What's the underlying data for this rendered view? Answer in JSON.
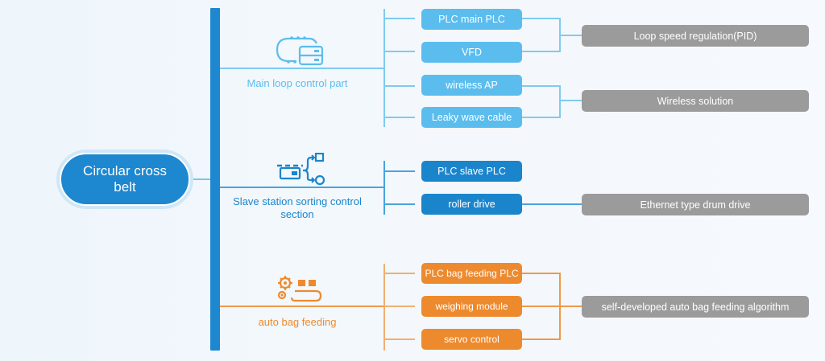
{
  "root": {
    "label": "Circular cross belt"
  },
  "categories": [
    {
      "label": "Main loop control part",
      "icon": "loop-server-icon",
      "color": "#5bbdee",
      "nodes": [
        "PLC main PLC",
        "VFD",
        "wireless AP",
        "Leaky wave cable"
      ],
      "results": [
        "Loop speed regulation(PID)",
        "Wireless solution"
      ]
    },
    {
      "label": "Slave station sorting control section",
      "icon": "sorting-branch-icon",
      "color": "#1b85cc",
      "nodes": [
        "PLC slave PLC",
        "roller drive"
      ],
      "results": [
        "Ethernet type drum drive"
      ]
    },
    {
      "label": "auto bag feeding",
      "icon": "gear-conveyor-icon",
      "color": "#ee8a2e",
      "nodes": [
        "PLC bag feeding PLC",
        "weighing module",
        "servo control"
      ],
      "results": [
        "self-developed auto bag feeding algorithm"
      ]
    }
  ],
  "colors": {
    "primary": "#1d87cf",
    "light_blue": "#5bbdee",
    "light_blue_line": "#7fcbee",
    "dark_blue": "#1b85cc",
    "orange": "#ee8a2e",
    "orange_line": "#f0b070",
    "result_gray": "#9b9b9b"
  }
}
